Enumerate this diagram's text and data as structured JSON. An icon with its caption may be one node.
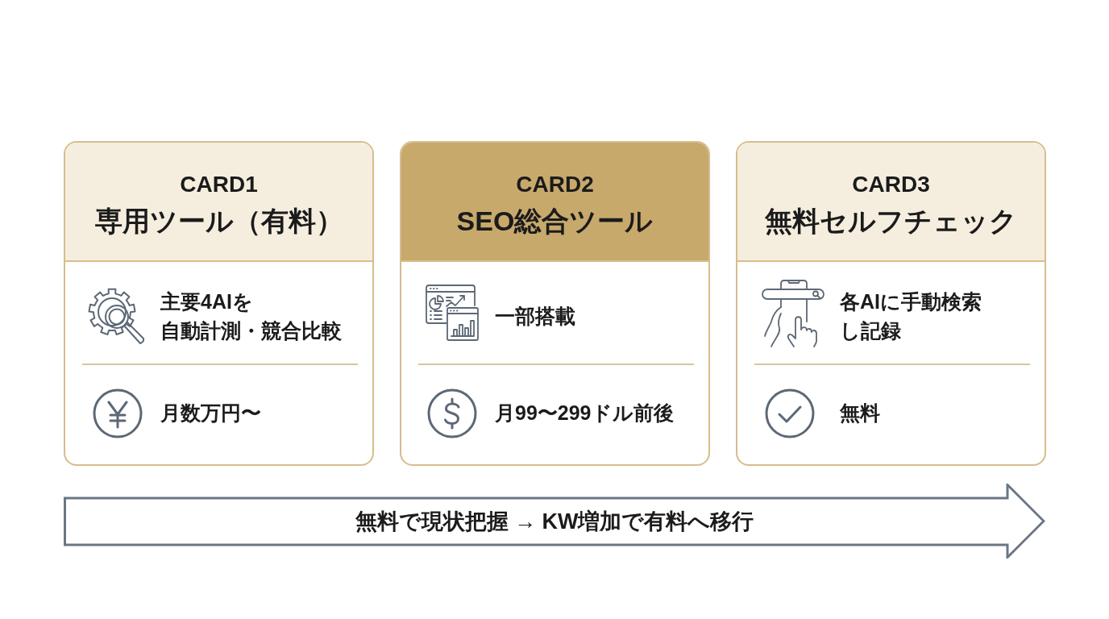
{
  "diagram": {
    "nodes": [
      {
        "text": [
          "CARD1",
          "専用ツール（有料）",
          "主要4AIを自動計測・競合比較",
          "月数万円〜"
        ]
      },
      {
        "text": [
          "CARD2",
          "SEO総合ツール",
          "一部搭載",
          "月99〜299ドル前後"
        ]
      },
      {
        "text": [
          "CARD3",
          "無料セルフチェック",
          "各AIに手動検索し記録",
          "無料"
        ]
      },
      {
        "text": [
          "無料で現状把握 → KW増加で有料へ移行"
        ]
      }
    ]
  }
}
